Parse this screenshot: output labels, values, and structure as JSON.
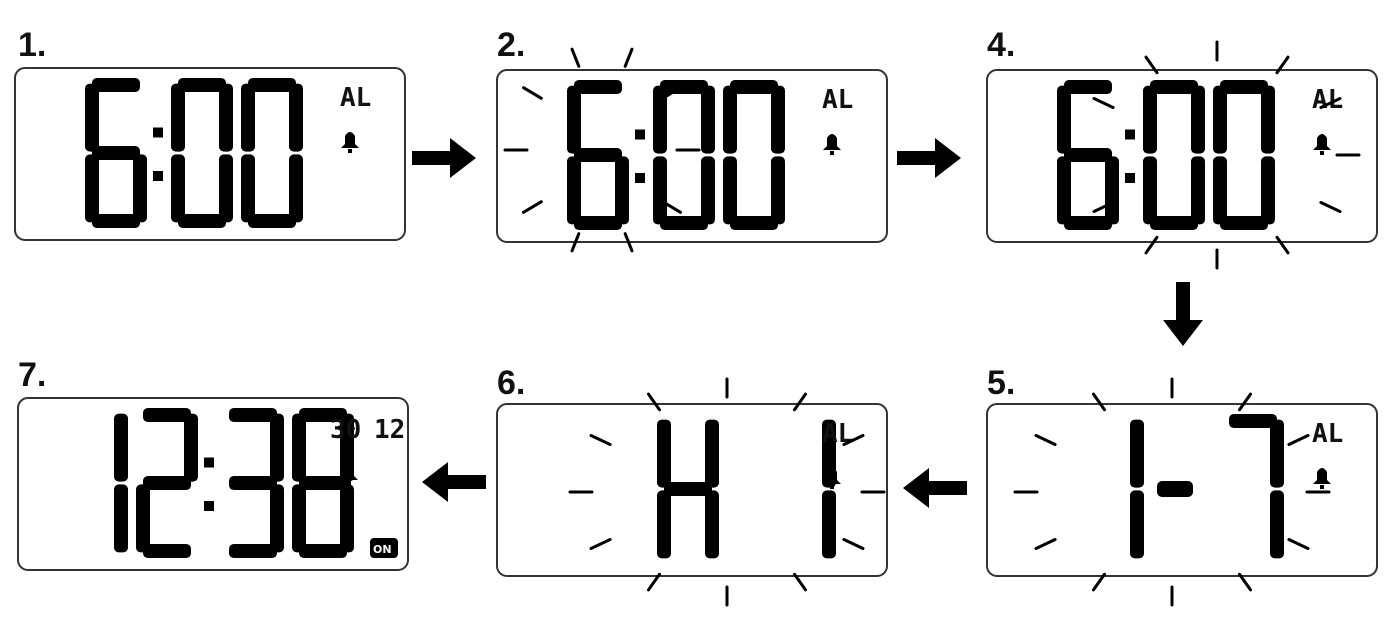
{
  "steps": [
    {
      "num": "1.",
      "display": "6:00",
      "indicator": "AL"
    },
    {
      "num": "2.",
      "display": "6:00",
      "indicator": "AL"
    },
    {
      "num": "4.",
      "display": "6:00",
      "indicator": "AL"
    },
    {
      "num": "5.",
      "display": "1-7",
      "indicator": "AL"
    },
    {
      "num": "6.",
      "display": "H1",
      "indicator": "AL"
    },
    {
      "num": "7.",
      "display": "12:38",
      "sub_left": "30",
      "sub_right": "12",
      "badge": "ON"
    }
  ],
  "icons": [
    "bell-icon",
    "arrow-right-icon",
    "arrow-down-icon",
    "arrow-left-icon",
    "flash-rays-icon"
  ]
}
